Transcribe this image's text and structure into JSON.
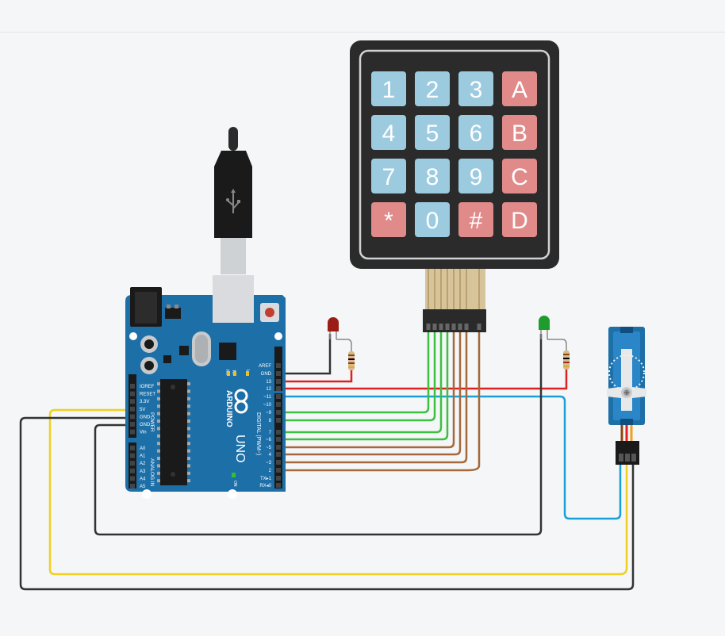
{
  "keypad": {
    "keys": [
      [
        "1",
        "2",
        "3",
        "A"
      ],
      [
        "4",
        "5",
        "6",
        "B"
      ],
      [
        "7",
        "8",
        "9",
        "C"
      ],
      [
        "*",
        "0",
        "#",
        "D"
      ]
    ],
    "num_color": "#9ccbe0",
    "letter_color": "#e08a8a",
    "body_color": "#2b2b2b"
  },
  "arduino": {
    "brand": "ARDUINO",
    "model": "UNO",
    "digital_header": "DIGITAL (PWM~)",
    "power_header": "POWER",
    "analog_header": "ANALOG IN",
    "on_label": "ON",
    "tx_label": "TX",
    "rx_label": "RX",
    "l_label": "L",
    "digital_pins": [
      "AREF",
      "GND",
      "13",
      "12",
      "~11",
      "~10",
      "~9",
      "8",
      "7",
      "~6",
      "~5",
      "4",
      "~3",
      "2",
      "TX▸1",
      "RX◂0"
    ],
    "power_pins": [
      "IOREF",
      "RESET",
      "3.3V",
      "5V",
      "GND",
      "GND",
      "Vin"
    ],
    "analog_pins": [
      "A0",
      "A1",
      "A2",
      "A3",
      "A4",
      "A5"
    ],
    "board_color": "#1d6fa8"
  },
  "leds": [
    {
      "name": "red-led",
      "color": "#9c1c16"
    },
    {
      "name": "green-led",
      "color": "#1e9c2c"
    }
  ],
  "wire_colors": {
    "black": "#333333",
    "red": "#e02020",
    "green": "#3cc040",
    "brown": "#a4683a",
    "blue": "#1aa0d8",
    "yellow": "#f0d020"
  }
}
